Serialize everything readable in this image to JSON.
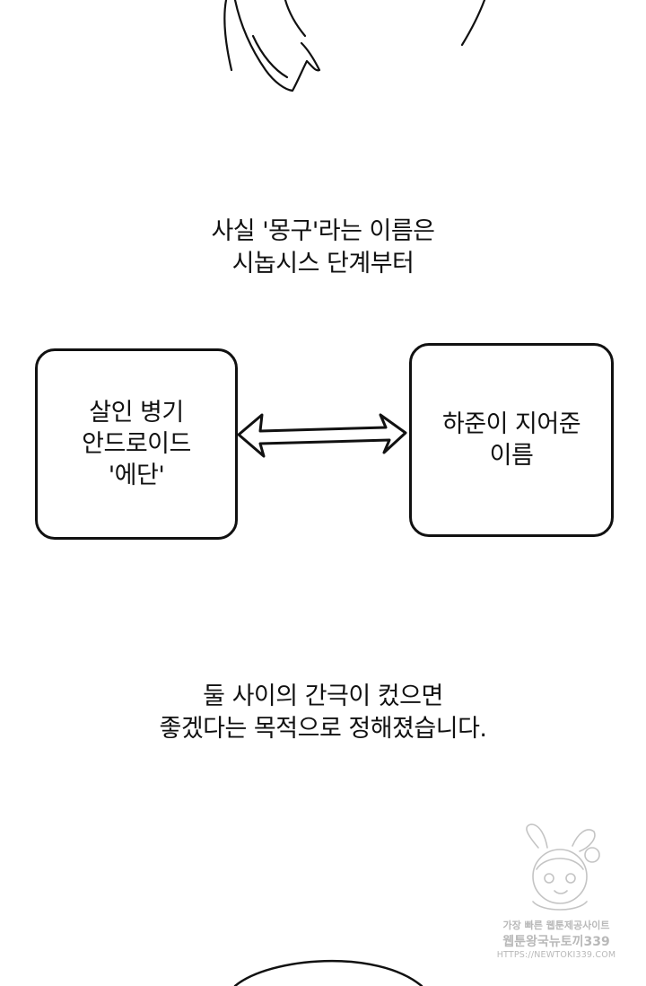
{
  "narration_top": {
    "line1": "사실 '몽구'라는 이름은",
    "line2": "시놉시스 단계부터"
  },
  "diagram": {
    "left_box": {
      "line1": "살인 병기",
      "line2": "안드로이드",
      "line3": "'에단'"
    },
    "right_box": {
      "line1": "하준이 지어준",
      "line2": "이름"
    }
  },
  "narration_bottom": {
    "line1": "둘 사이의 간극이 컸으면",
    "line2": "좋겠다는 목적으로 정해졌습니다."
  },
  "watermark": {
    "line1": "가장 빠른 웹툰제공사이트",
    "line2": "웹툰왕국뉴토끼339",
    "line3": "HTTPS://NEWTOKI339.COM"
  }
}
